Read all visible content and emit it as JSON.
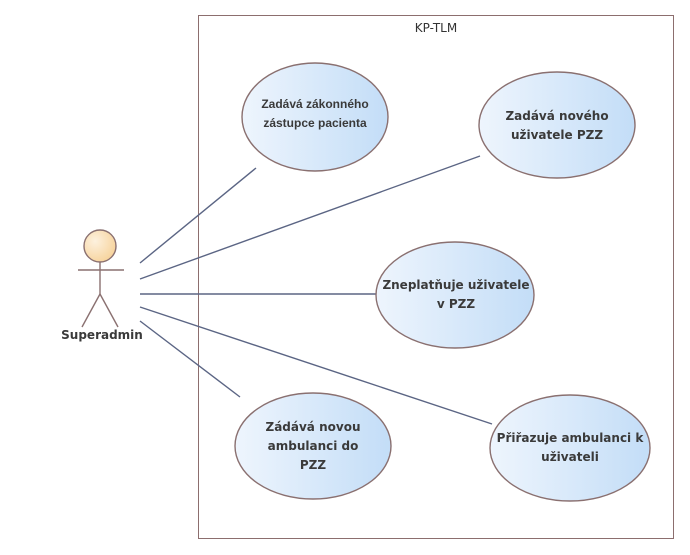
{
  "system": {
    "title": "KP-TLM"
  },
  "actor": {
    "name": "Superadmin"
  },
  "use_cases": [
    {
      "label": "Zadává zákonného zástupce pacienta"
    },
    {
      "label": "Zadává nového uživatele PZZ"
    },
    {
      "label": "Zneplatňuje  uživatele v PZZ"
    },
    {
      "label": "Zádává novou ambulanci do PZZ"
    },
    {
      "label": "Přiřazuje ambulanci k uživateli"
    }
  ],
  "colors": {
    "boundary": "#8c6e6e",
    "line": "#5b6584",
    "ellipse_stroke": "#8a7070",
    "ellipse_fill_light": "#eef5fd",
    "ellipse_fill_dark": "#c3ddf7",
    "actor_head": "#f9d9a6"
  }
}
